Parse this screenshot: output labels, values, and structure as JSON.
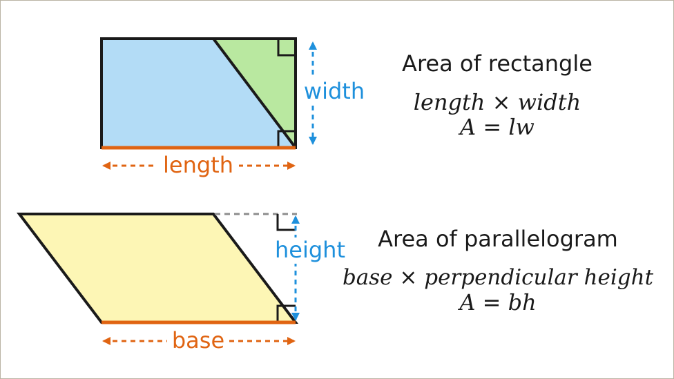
{
  "rectangle": {
    "labels": {
      "width": "width",
      "length": "length"
    },
    "title": "Area of rectangle",
    "formula_line1": {
      "left": "length",
      "op": "×",
      "right": "width"
    },
    "formula_line2": {
      "left": "A",
      "op": "=",
      "right": "lw"
    }
  },
  "parallelogram": {
    "labels": {
      "height": "height",
      "base": "base"
    },
    "title": "Area of parallelogram",
    "formula_line1": {
      "left": "base",
      "op": "×",
      "right": "perpendicular height"
    },
    "formula_line2": {
      "left": "A",
      "op": "=",
      "right": "bh"
    }
  },
  "colors": {
    "rectangle_fill": "#b3dcf6",
    "triangle_fill": "#b9e8a0",
    "parallelogram_fill": "#fdf6b5",
    "orange": "#e06412",
    "blue": "#1e90dc",
    "outline": "#1a1a1a",
    "guide": "#8c8c8c"
  }
}
